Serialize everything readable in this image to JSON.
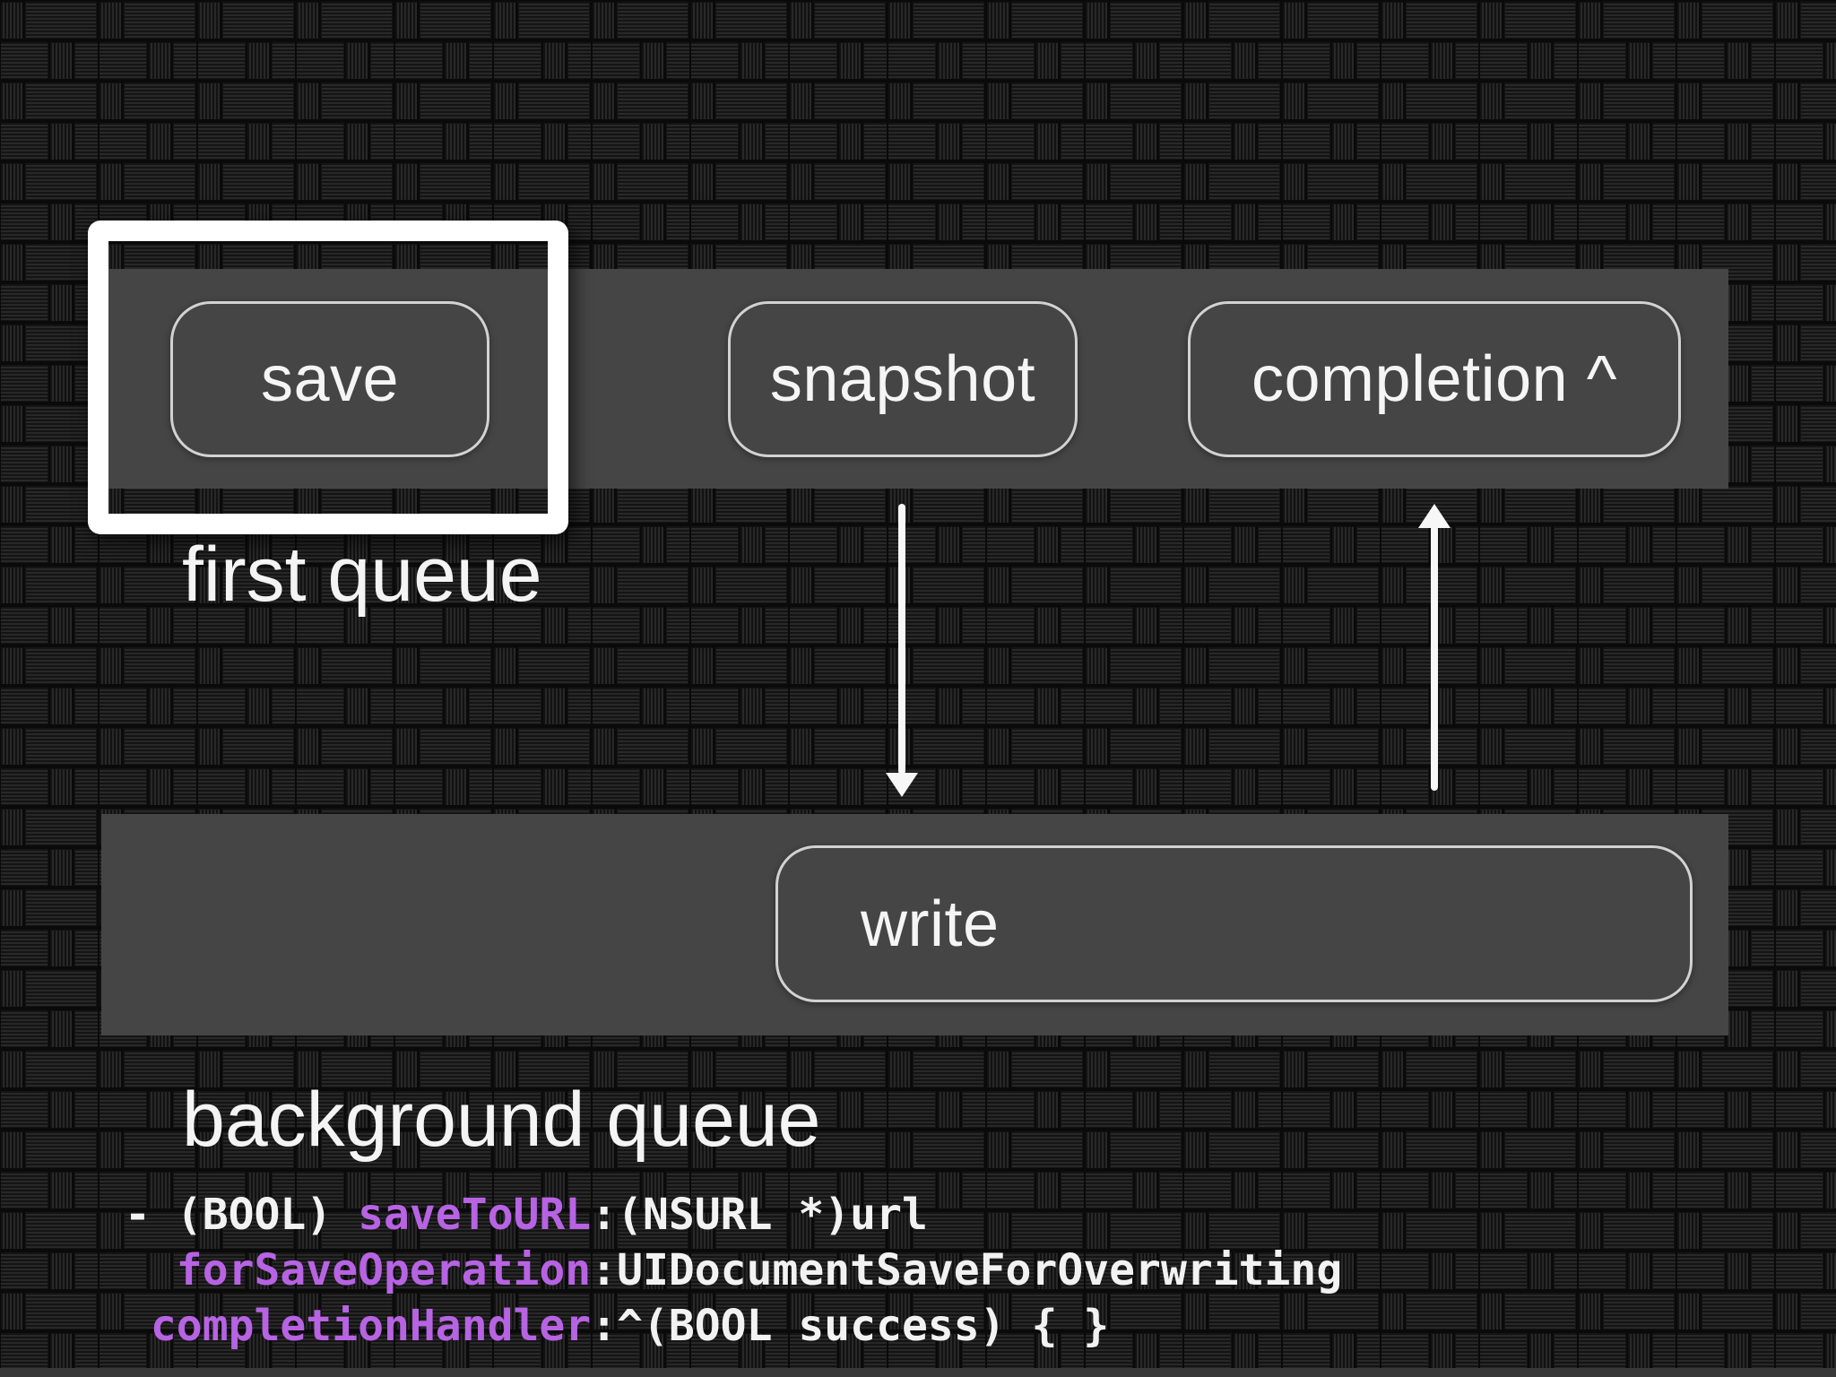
{
  "slide": {
    "kind": "presentation-slide-diagram",
    "first_queue": {
      "label": "first queue",
      "nodes": [
        {
          "label": "save",
          "highlighted": true
        },
        {
          "label": "snapshot",
          "highlighted": false
        },
        {
          "label": "completion ^",
          "highlighted": false
        }
      ]
    },
    "background_queue": {
      "label": "background queue",
      "nodes": [
        {
          "label": "write",
          "highlighted": false
        }
      ]
    },
    "arrows": [
      {
        "from": "snapshot",
        "to": "write",
        "direction": "down"
      },
      {
        "from": "write",
        "to": "completion",
        "direction": "up"
      }
    ]
  },
  "code": {
    "language": "objective-c",
    "segments": [
      {
        "kind": "plain",
        "text": "- (BOOL) "
      },
      {
        "kind": "keyword",
        "text": "saveToURL"
      },
      {
        "kind": "plain",
        "text": ":(NSURL *)url\n  "
      },
      {
        "kind": "keyword",
        "text": "forSaveOperation"
      },
      {
        "kind": "plain",
        "text": ":UIDocumentSaveForOverwriting\n "
      },
      {
        "kind": "keyword",
        "text": "completionHandler"
      },
      {
        "kind": "plain",
        "text": ":^(BOOL success) { }"
      }
    ]
  },
  "colors": {
    "background": "#0a0a0a",
    "weave_line": "#2e2e2e",
    "queue_band_gray": "#454545",
    "node_border": "#d2d2d2",
    "node_text": "#f5f5f5",
    "label_text": "#f4f4f4",
    "highlight_box": "#ffffff",
    "arrow": "#f7f7f7",
    "code_text": "#f2f2f2",
    "code_keyword_purple": "#b763e3"
  }
}
